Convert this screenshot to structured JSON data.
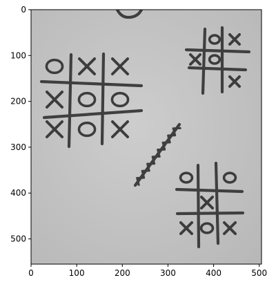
{
  "figure": {
    "x_ticks": [
      "0",
      "100",
      "200",
      "300",
      "400",
      "500"
    ],
    "y_ticks": [
      "0",
      "100",
      "200",
      "300",
      "400",
      "500"
    ],
    "paper_color": "#c4c4c4",
    "ink_color": "#3c3c3c"
  },
  "boards": [
    {
      "id": "large-left",
      "cells": [
        [
          "O",
          "X",
          "X"
        ],
        [
          "X",
          "O",
          "O"
        ],
        [
          "X",
          "O",
          "X"
        ]
      ]
    },
    {
      "id": "small-top-right",
      "cells": [
        [
          "",
          "O",
          "X"
        ],
        [
          "X",
          "O",
          ""
        ],
        [
          "",
          "",
          "X"
        ]
      ]
    },
    {
      "id": "bottom-right",
      "cells": [
        [
          "O",
          "",
          "O"
        ],
        [
          "",
          "X",
          ""
        ],
        [
          "X",
          "O",
          "X"
        ]
      ]
    }
  ],
  "extra_marks": {
    "partial_circle": "O",
    "scribbled_line": "zigzag"
  }
}
